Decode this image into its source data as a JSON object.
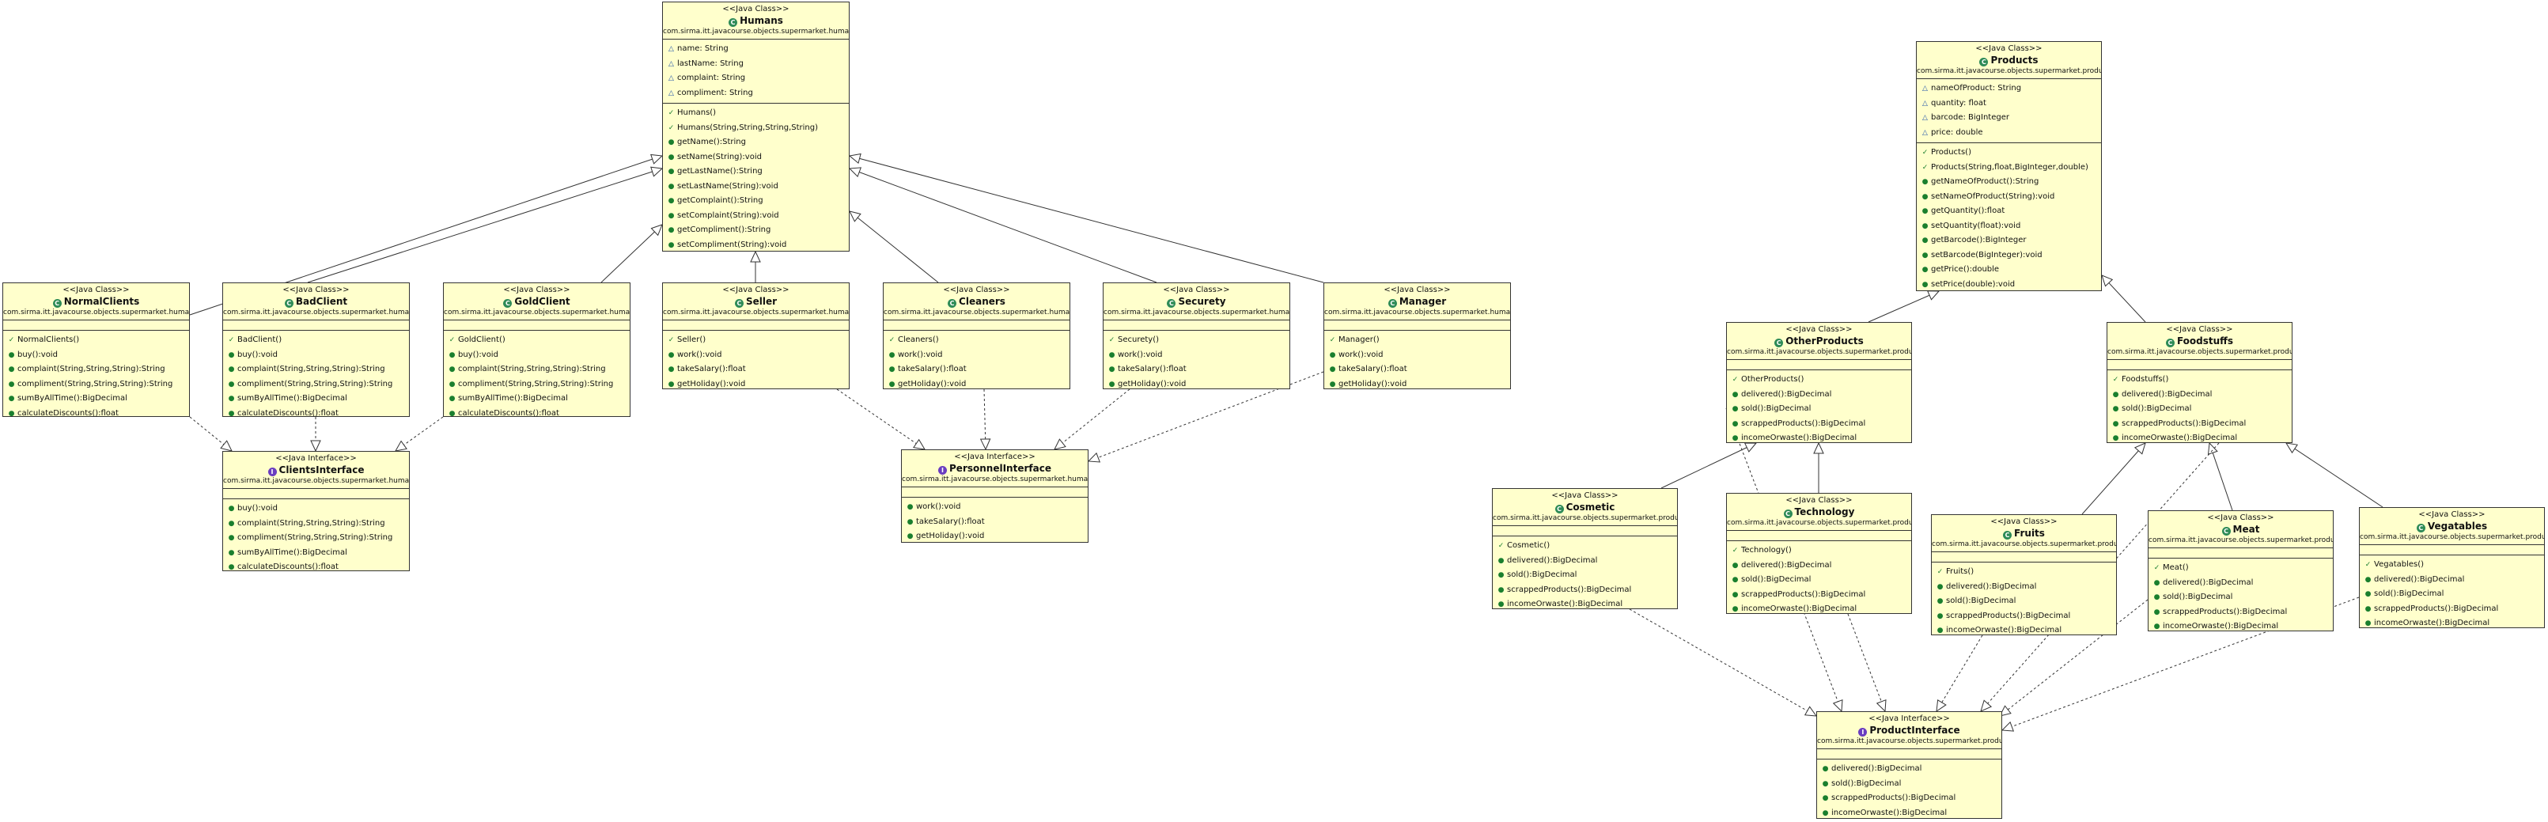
{
  "classes": [
    {
      "id": "Humans",
      "stereotype": "<<Java Class>>",
      "icon": "class-icon",
      "name": "Humans",
      "package": "com.sirma.itt.javacourse.objects.supermarket.humans",
      "attributes": [
        {
          "vis": "package",
          "text": "name: String"
        },
        {
          "vis": "package",
          "text": "lastName: String"
        },
        {
          "vis": "package",
          "text": "complaint: String"
        },
        {
          "vis": "package",
          "text": "compliment: String"
        }
      ],
      "operations": [
        {
          "vis": "ctor",
          "text": "Humans()"
        },
        {
          "vis": "ctor",
          "text": "Humans(String,String,String,String)"
        },
        {
          "vis": "public",
          "text": "getName():String"
        },
        {
          "vis": "public",
          "text": "setName(String):void"
        },
        {
          "vis": "public",
          "text": "getLastName():String"
        },
        {
          "vis": "public",
          "text": "setLastName(String):void"
        },
        {
          "vis": "public",
          "text": "getComplaint():String"
        },
        {
          "vis": "public",
          "text": "setComplaint(String):void"
        },
        {
          "vis": "public",
          "text": "getCompliment():String"
        },
        {
          "vis": "public",
          "text": "setCompliment(String):void"
        }
      ]
    },
    {
      "id": "NormalClients",
      "stereotype": "<<Java Class>>",
      "icon": "class-icon",
      "name": "NormalClients",
      "package": "com.sirma.itt.javacourse.objects.supermarket.humans",
      "attributes": [],
      "operations": [
        {
          "vis": "ctor",
          "text": "NormalClients()"
        },
        {
          "vis": "public",
          "text": "buy():void"
        },
        {
          "vis": "public",
          "text": "complaint(String,String,String):String"
        },
        {
          "vis": "public",
          "text": "compliment(String,String,String):String"
        },
        {
          "vis": "public",
          "text": "sumByAllTime():BigDecimal"
        },
        {
          "vis": "public",
          "text": "calculateDiscounts():float"
        }
      ]
    },
    {
      "id": "BadClient",
      "stereotype": "<<Java Class>>",
      "icon": "class-icon",
      "name": "BadClient",
      "package": "com.sirma.itt.javacourse.objects.supermarket.humans",
      "attributes": [],
      "operations": [
        {
          "vis": "ctor",
          "text": "BadClient()"
        },
        {
          "vis": "public",
          "text": "buy():void"
        },
        {
          "vis": "public",
          "text": "complaint(String,String,String):String"
        },
        {
          "vis": "public",
          "text": "compliment(String,String,String):String"
        },
        {
          "vis": "public",
          "text": "sumByAllTime():BigDecimal"
        },
        {
          "vis": "public",
          "text": "calculateDiscounts():float"
        }
      ]
    },
    {
      "id": "GoldClient",
      "stereotype": "<<Java Class>>",
      "icon": "class-icon",
      "name": "GoldClient",
      "package": "com.sirma.itt.javacourse.objects.supermarket.humans",
      "attributes": [],
      "operations": [
        {
          "vis": "ctor",
          "text": "GoldClient()"
        },
        {
          "vis": "public",
          "text": "buy():void"
        },
        {
          "vis": "public",
          "text": "complaint(String,String,String):String"
        },
        {
          "vis": "public",
          "text": "compliment(String,String,String):String"
        },
        {
          "vis": "public",
          "text": "sumByAllTime():BigDecimal"
        },
        {
          "vis": "public",
          "text": "calculateDiscounts():float"
        }
      ]
    },
    {
      "id": "Seller",
      "stereotype": "<<Java Class>>",
      "icon": "class-icon",
      "name": "Seller",
      "package": "com.sirma.itt.javacourse.objects.supermarket.humans",
      "attributes": [],
      "operations": [
        {
          "vis": "ctor",
          "text": "Seller()"
        },
        {
          "vis": "public",
          "text": "work():void"
        },
        {
          "vis": "public",
          "text": "takeSalary():float"
        },
        {
          "vis": "public",
          "text": "getHoliday():void"
        }
      ]
    },
    {
      "id": "Cleaners",
      "stereotype": "<<Java Class>>",
      "icon": "class-icon",
      "name": "Cleaners",
      "package": "com.sirma.itt.javacourse.objects.supermarket.humans",
      "attributes": [],
      "operations": [
        {
          "vis": "ctor",
          "text": "Cleaners()"
        },
        {
          "vis": "public",
          "text": "work():void"
        },
        {
          "vis": "public",
          "text": "takeSalary():float"
        },
        {
          "vis": "public",
          "text": "getHoliday():void"
        }
      ]
    },
    {
      "id": "Securety",
      "stereotype": "<<Java Class>>",
      "icon": "class-icon",
      "name": "Securety",
      "package": "com.sirma.itt.javacourse.objects.supermarket.humans",
      "attributes": [],
      "operations": [
        {
          "vis": "ctor",
          "text": "Securety()"
        },
        {
          "vis": "public",
          "text": "work():void"
        },
        {
          "vis": "public",
          "text": "takeSalary():float"
        },
        {
          "vis": "public",
          "text": "getHoliday():void"
        }
      ]
    },
    {
      "id": "Manager",
      "stereotype": "<<Java Class>>",
      "icon": "class-icon",
      "name": "Manager",
      "package": "com.sirma.itt.javacourse.objects.supermarket.humans",
      "attributes": [],
      "operations": [
        {
          "vis": "ctor",
          "text": "Manager()"
        },
        {
          "vis": "public",
          "text": "work():void"
        },
        {
          "vis": "public",
          "text": "takeSalary():float"
        },
        {
          "vis": "public",
          "text": "getHoliday():void"
        }
      ]
    },
    {
      "id": "ClientsInterface",
      "stereotype": "<<Java Interface>>",
      "icon": "interface-icon",
      "name": "ClientsInterface",
      "package": "com.sirma.itt.javacourse.objects.supermarket.humans",
      "attributes": [],
      "operations": [
        {
          "vis": "public",
          "text": "buy():void"
        },
        {
          "vis": "public",
          "text": "complaint(String,String,String):String"
        },
        {
          "vis": "public",
          "text": "compliment(String,String,String):String"
        },
        {
          "vis": "public",
          "text": "sumByAllTime():BigDecimal"
        },
        {
          "vis": "public",
          "text": "calculateDiscounts():float"
        }
      ]
    },
    {
      "id": "PersonnelInterface",
      "stereotype": "<<Java Interface>>",
      "icon": "interface-icon",
      "name": "PersonnelInterface",
      "package": "com.sirma.itt.javacourse.objects.supermarket.humans",
      "attributes": [],
      "operations": [
        {
          "vis": "public",
          "text": "work():void"
        },
        {
          "vis": "public",
          "text": "takeSalary():float"
        },
        {
          "vis": "public",
          "text": "getHoliday():void"
        }
      ]
    },
    {
      "id": "Products",
      "stereotype": "<<Java Class>>",
      "icon": "class-icon",
      "name": "Products",
      "package": "com.sirma.itt.javacourse.objects.supermarket.product",
      "attributes": [
        {
          "vis": "package",
          "text": "nameOfProduct: String"
        },
        {
          "vis": "package",
          "text": "quantity: float"
        },
        {
          "vis": "package",
          "text": "barcode: BigInteger"
        },
        {
          "vis": "package",
          "text": "price: double"
        }
      ],
      "operations": [
        {
          "vis": "ctor",
          "text": "Products()"
        },
        {
          "vis": "ctor",
          "text": "Products(String,float,BigInteger,double)"
        },
        {
          "vis": "public",
          "text": "getNameOfProduct():String"
        },
        {
          "vis": "public",
          "text": "setNameOfProduct(String):void"
        },
        {
          "vis": "public",
          "text": "getQuantity():float"
        },
        {
          "vis": "public",
          "text": "setQuantity(float):void"
        },
        {
          "vis": "public",
          "text": "getBarcode():BigInteger"
        },
        {
          "vis": "public",
          "text": "setBarcode(BigInteger):void"
        },
        {
          "vis": "public",
          "text": "getPrice():double"
        },
        {
          "vis": "public",
          "text": "setPrice(double):void"
        }
      ]
    },
    {
      "id": "OtherProducts",
      "stereotype": "<<Java Class>>",
      "icon": "class-icon",
      "name": "OtherProducts",
      "package": "com.sirma.itt.javacourse.objects.supermarket.product",
      "attributes": [],
      "operations": [
        {
          "vis": "ctor",
          "text": "OtherProducts()"
        },
        {
          "vis": "public",
          "text": "delivered():BigDecimal"
        },
        {
          "vis": "public",
          "text": "sold():BigDecimal"
        },
        {
          "vis": "public",
          "text": "scrappedProducts():BigDecimal"
        },
        {
          "vis": "public",
          "text": "incomeOrwaste():BigDecimal"
        }
      ]
    },
    {
      "id": "Foodstuffs",
      "stereotype": "<<Java Class>>",
      "icon": "class-icon",
      "name": "Foodstuffs",
      "package": "com.sirma.itt.javacourse.objects.supermarket.product",
      "attributes": [],
      "operations": [
        {
          "vis": "ctor",
          "text": "Foodstuffs()"
        },
        {
          "vis": "public",
          "text": "delivered():BigDecimal"
        },
        {
          "vis": "public",
          "text": "sold():BigDecimal"
        },
        {
          "vis": "public",
          "text": "scrappedProducts():BigDecimal"
        },
        {
          "vis": "public",
          "text": "incomeOrwaste():BigDecimal"
        }
      ]
    },
    {
      "id": "Cosmetic",
      "stereotype": "<<Java Class>>",
      "icon": "class-icon",
      "name": "Cosmetic",
      "package": "com.sirma.itt.javacourse.objects.supermarket.product",
      "attributes": [],
      "operations": [
        {
          "vis": "ctor",
          "text": "Cosmetic()"
        },
        {
          "vis": "public",
          "text": "delivered():BigDecimal"
        },
        {
          "vis": "public",
          "text": "sold():BigDecimal"
        },
        {
          "vis": "public",
          "text": "scrappedProducts():BigDecimal"
        },
        {
          "vis": "public",
          "text": "incomeOrwaste():BigDecimal"
        }
      ]
    },
    {
      "id": "Technology",
      "stereotype": "<<Java Class>>",
      "icon": "class-icon",
      "name": "Technology",
      "package": "com.sirma.itt.javacourse.objects.supermarket.product",
      "attributes": [],
      "operations": [
        {
          "vis": "ctor",
          "text": "Technology()"
        },
        {
          "vis": "public",
          "text": "delivered():BigDecimal"
        },
        {
          "vis": "public",
          "text": "sold():BigDecimal"
        },
        {
          "vis": "public",
          "text": "scrappedProducts():BigDecimal"
        },
        {
          "vis": "public",
          "text": "incomeOrwaste():BigDecimal"
        }
      ]
    },
    {
      "id": "Fruits",
      "stereotype": "<<Java Class>>",
      "icon": "class-icon",
      "name": "Fruits",
      "package": "com.sirma.itt.javacourse.objects.supermarket.product",
      "attributes": [],
      "operations": [
        {
          "vis": "ctor",
          "text": "Fruits()"
        },
        {
          "vis": "public",
          "text": "delivered():BigDecimal"
        },
        {
          "vis": "public",
          "text": "sold():BigDecimal"
        },
        {
          "vis": "public",
          "text": "scrappedProducts():BigDecimal"
        },
        {
          "vis": "public",
          "text": "incomeOrwaste():BigDecimal"
        }
      ]
    },
    {
      "id": "Meat",
      "stereotype": "<<Java Class>>",
      "icon": "class-icon",
      "name": "Meat",
      "package": "com.sirma.itt.javacourse.objects.supermarket.product",
      "attributes": [],
      "operations": [
        {
          "vis": "ctor",
          "text": "Meat()"
        },
        {
          "vis": "public",
          "text": "delivered():BigDecimal"
        },
        {
          "vis": "public",
          "text": "sold():BigDecimal"
        },
        {
          "vis": "public",
          "text": "scrappedProducts():BigDecimal"
        },
        {
          "vis": "public",
          "text": "incomeOrwaste():BigDecimal"
        }
      ]
    },
    {
      "id": "Vegatables",
      "stereotype": "<<Java Class>>",
      "icon": "class-icon",
      "name": "Vegatables",
      "package": "com.sirma.itt.javacourse.objects.supermarket.product",
      "attributes": [],
      "operations": [
        {
          "vis": "ctor",
          "text": "Vegatables()"
        },
        {
          "vis": "public",
          "text": "delivered():BigDecimal"
        },
        {
          "vis": "public",
          "text": "sold():BigDecimal"
        },
        {
          "vis": "public",
          "text": "scrappedProducts():BigDecimal"
        },
        {
          "vis": "public",
          "text": "incomeOrwaste():BigDecimal"
        }
      ]
    },
    {
      "id": "ProductInterface",
      "stereotype": "<<Java Interface>>",
      "icon": "interface-icon",
      "name": "ProductInterface",
      "package": "com.sirma.itt.javacourse.objects.supermarket.product",
      "attributes": [],
      "operations": [
        {
          "vis": "public",
          "text": "delivered():BigDecimal"
        },
        {
          "vis": "public",
          "text": "sold():BigDecimal"
        },
        {
          "vis": "public",
          "text": "scrappedProducts():BigDecimal"
        },
        {
          "vis": "public",
          "text": "incomeOrwaste():BigDecimal"
        }
      ]
    }
  ],
  "relations": [
    {
      "from": "NormalClients",
      "to": "Humans",
      "kind": "extends"
    },
    {
      "from": "BadClient",
      "to": "Humans",
      "kind": "extends"
    },
    {
      "from": "GoldClient",
      "to": "Humans",
      "kind": "extends"
    },
    {
      "from": "Seller",
      "to": "Humans",
      "kind": "extends"
    },
    {
      "from": "Cleaners",
      "to": "Humans",
      "kind": "extends"
    },
    {
      "from": "Securety",
      "to": "Humans",
      "kind": "extends"
    },
    {
      "from": "Manager",
      "to": "Humans",
      "kind": "extends"
    },
    {
      "from": "NormalClients",
      "to": "ClientsInterface",
      "kind": "implements"
    },
    {
      "from": "BadClient",
      "to": "ClientsInterface",
      "kind": "implements"
    },
    {
      "from": "GoldClient",
      "to": "ClientsInterface",
      "kind": "implements"
    },
    {
      "from": "Seller",
      "to": "PersonnelInterface",
      "kind": "implements"
    },
    {
      "from": "Cleaners",
      "to": "PersonnelInterface",
      "kind": "implements"
    },
    {
      "from": "Securety",
      "to": "PersonnelInterface",
      "kind": "implements"
    },
    {
      "from": "Manager",
      "to": "PersonnelInterface",
      "kind": "implements"
    },
    {
      "from": "OtherProducts",
      "to": "Products",
      "kind": "extends"
    },
    {
      "from": "Foodstuffs",
      "to": "Products",
      "kind": "extends"
    },
    {
      "from": "Cosmetic",
      "to": "OtherProducts",
      "kind": "extends"
    },
    {
      "from": "Technology",
      "to": "OtherProducts",
      "kind": "extends"
    },
    {
      "from": "Fruits",
      "to": "Foodstuffs",
      "kind": "extends"
    },
    {
      "from": "Meat",
      "to": "Foodstuffs",
      "kind": "extends"
    },
    {
      "from": "Vegatables",
      "to": "Foodstuffs",
      "kind": "extends"
    },
    {
      "from": "Cosmetic",
      "to": "ProductInterface",
      "kind": "implements"
    },
    {
      "from": "Technology",
      "to": "ProductInterface",
      "kind": "implements"
    },
    {
      "from": "Fruits",
      "to": "ProductInterface",
      "kind": "implements"
    },
    {
      "from": "Meat",
      "to": "ProductInterface",
      "kind": "implements"
    },
    {
      "from": "Vegatables",
      "to": "ProductInterface",
      "kind": "implements"
    },
    {
      "from": "OtherProducts",
      "to": "ProductInterface",
      "kind": "implements"
    },
    {
      "from": "Foodstuffs",
      "to": "ProductInterface",
      "kind": "implements"
    }
  ]
}
